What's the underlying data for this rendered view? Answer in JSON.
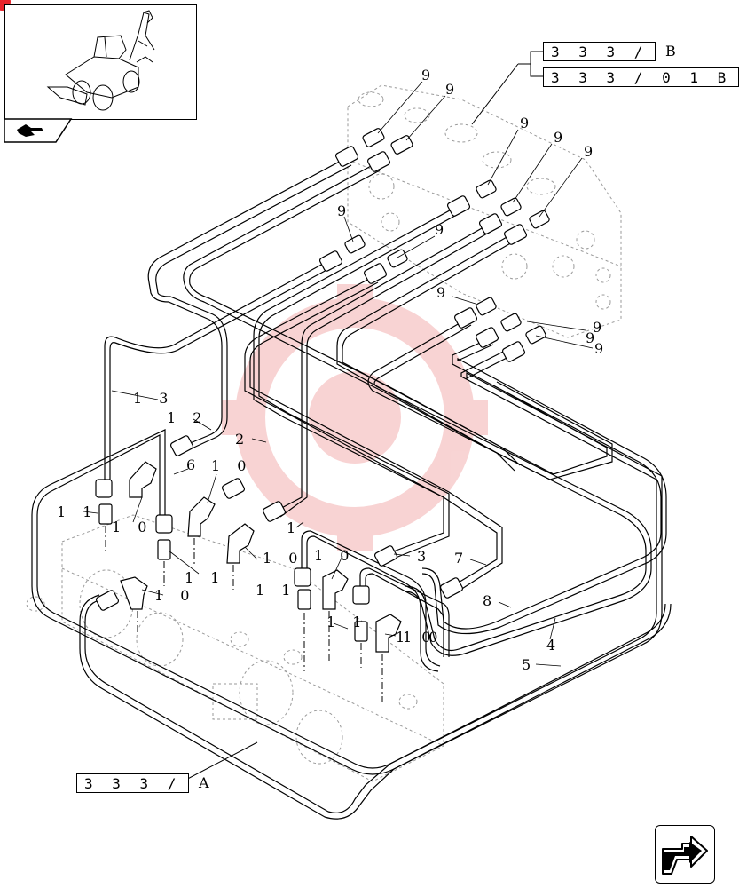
{
  "references": {
    "top_primary": {
      "code": "3 3 3 /",
      "suffix": "B"
    },
    "top_secondary": {
      "code": "3 3 3 / 0 1 B"
    },
    "bottom": {
      "code": "3 3 3 /",
      "suffix": "A"
    }
  },
  "callouts": [
    "9",
    "9",
    "9",
    "9",
    "9",
    "9",
    "9",
    "9",
    "9",
    "9",
    "9",
    "1 3",
    "1 2",
    "2",
    "6",
    "1 0",
    "1 1",
    "1 0",
    "1",
    "1 0",
    "1 1",
    "1 0",
    "1 0",
    "3",
    "7",
    "1 1",
    "1 0",
    "1 1",
    "1 0",
    "8",
    "4",
    "5"
  ],
  "icons": {
    "thumbnail": "backhoe-loader-thumbnail",
    "tab": "hand-pointer-icon",
    "nav": "next-page-arrow-icon",
    "watermark": "brand-gear-watermark"
  },
  "colors": {
    "line": "#000000",
    "ghost": "#9a9a9a",
    "watermark": "#f3b0b0",
    "marker": "#e8242c"
  }
}
